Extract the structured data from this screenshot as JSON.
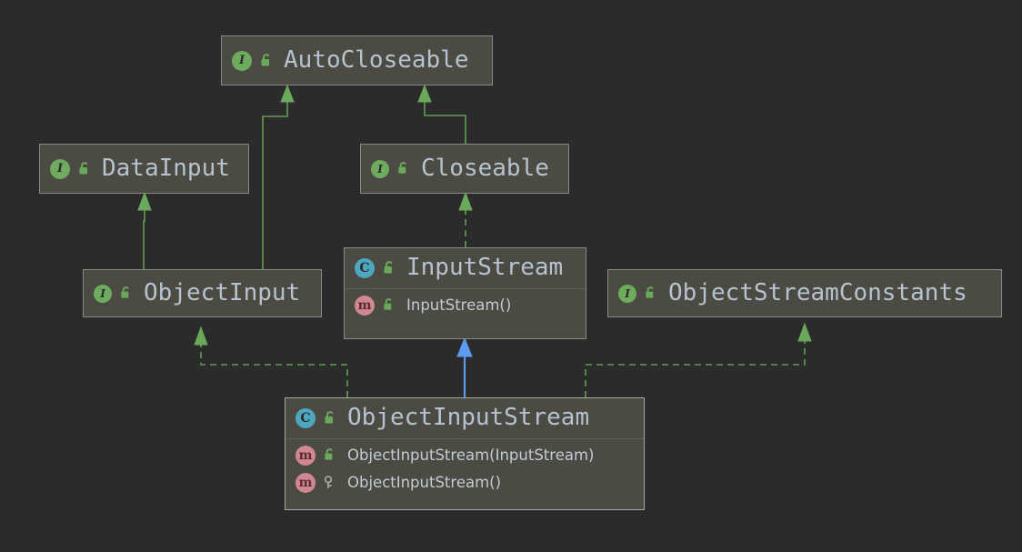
{
  "diagram": {
    "type": "uml-class-diagram",
    "background_color": "#2b2b2b",
    "node_fill_color": "#4b4b43",
    "node_border_color": "#8a8a82",
    "title_text_color": "#b6c3cf",
    "relation_color_default": "#5e9e52",
    "relation_color_highlight": "#5b9bf0",
    "interface_icon_color": "#6eab5e",
    "class_icon_color": "#4ca7bf",
    "method_icon_color": "#cf8790",
    "public_lock_color": "#5e9e52",
    "protected_key_color": "#a6a6a0"
  },
  "nodes": [
    {
      "id": "auto-closeable",
      "name": "AutoCloseable",
      "stereotype": "interface",
      "kind_glyph": "I",
      "visibility": "public",
      "visibility_icon": "unlocked-padlock-icon",
      "members": []
    },
    {
      "id": "data-input",
      "name": "DataInput",
      "stereotype": "interface",
      "kind_glyph": "I",
      "visibility": "public",
      "visibility_icon": "unlocked-padlock-icon",
      "members": []
    },
    {
      "id": "closeable",
      "name": "Closeable",
      "stereotype": "interface",
      "kind_glyph": "I",
      "visibility": "public",
      "visibility_icon": "unlocked-padlock-icon",
      "members": []
    },
    {
      "id": "object-input",
      "name": "ObjectInput",
      "stereotype": "interface",
      "kind_glyph": "I",
      "visibility": "public",
      "visibility_icon": "unlocked-padlock-icon",
      "members": []
    },
    {
      "id": "input-stream",
      "name": "InputStream",
      "stereotype": "class",
      "kind_glyph": "C",
      "visibility": "public",
      "visibility_icon": "unlocked-padlock-icon",
      "members": [
        {
          "label": "InputStream()",
          "kind": "method",
          "kind_glyph": "m",
          "visibility": "public",
          "visibility_icon": "unlocked-padlock-icon"
        }
      ]
    },
    {
      "id": "object-stream-constants",
      "name": "ObjectStreamConstants",
      "stereotype": "interface",
      "kind_glyph": "I",
      "visibility": "public",
      "visibility_icon": "unlocked-padlock-icon",
      "members": []
    },
    {
      "id": "object-input-stream",
      "name": "ObjectInputStream",
      "stereotype": "class",
      "kind_glyph": "C",
      "visibility": "public",
      "visibility_icon": "unlocked-padlock-icon",
      "members": [
        {
          "label": "ObjectInputStream(InputStream)",
          "kind": "method",
          "kind_glyph": "m",
          "visibility": "public",
          "visibility_icon": "unlocked-padlock-icon"
        },
        {
          "label": "ObjectInputStream()",
          "kind": "method",
          "kind_glyph": "m",
          "visibility": "protected",
          "visibility_icon": "key-icon"
        }
      ]
    }
  ],
  "edges": [
    {
      "id": "object-input-to-auto-closeable",
      "from": "object-input",
      "to": "auto-closeable",
      "style": "solid",
      "arrow": "triangle",
      "color": "#5e9e52",
      "relation": "extends"
    },
    {
      "id": "closeable-to-auto-closeable",
      "from": "closeable",
      "to": "auto-closeable",
      "style": "solid",
      "arrow": "triangle",
      "color": "#5e9e52",
      "relation": "extends"
    },
    {
      "id": "object-input-to-data-input",
      "from": "object-input",
      "to": "data-input",
      "style": "solid",
      "arrow": "triangle",
      "color": "#5e9e52",
      "relation": "extends"
    },
    {
      "id": "input-stream-to-closeable",
      "from": "input-stream",
      "to": "closeable",
      "style": "dashed",
      "arrow": "triangle",
      "color": "#5e9e52",
      "relation": "implements"
    },
    {
      "id": "object-input-stream-to-input-stream",
      "from": "object-input-stream",
      "to": "input-stream",
      "style": "solid",
      "arrow": "triangle",
      "color": "#5b9bf0",
      "relation": "extends"
    },
    {
      "id": "object-input-stream-to-object-input",
      "from": "object-input-stream",
      "to": "object-input",
      "style": "dashed",
      "arrow": "triangle",
      "color": "#5e9e52",
      "relation": "implements"
    },
    {
      "id": "object-input-stream-to-object-stream-constants",
      "from": "object-input-stream",
      "to": "object-stream-constants",
      "style": "dashed",
      "arrow": "triangle",
      "color": "#5e9e52",
      "relation": "implements"
    }
  ]
}
